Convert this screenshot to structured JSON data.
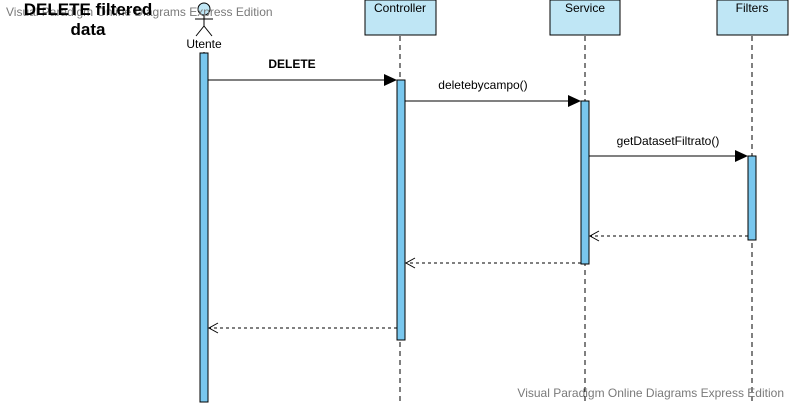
{
  "diagram": {
    "title_line1": "DELETE filtered",
    "title_line2": "data",
    "watermark_top": "Visual Paradigm Online Diagrams Express Edition",
    "watermark_bottom": "Visual Paradigm Online Diagrams Express Edition",
    "actor": {
      "label": "Utente"
    },
    "participants": [
      {
        "label": "Controller"
      },
      {
        "label": "Service"
      },
      {
        "label": "Filters"
      }
    ],
    "messages": [
      {
        "label": "DELETE",
        "kind": "call"
      },
      {
        "label": "deletebycampo()",
        "kind": "call"
      },
      {
        "label": "getDatasetFiltrato()",
        "kind": "call"
      },
      {
        "label": "",
        "kind": "return"
      },
      {
        "label": "",
        "kind": "return"
      },
      {
        "label": "",
        "kind": "return"
      }
    ],
    "colors": {
      "box_fill": "#bfe6f5",
      "activation_fill": "#79c7ee",
      "line": "#000000",
      "watermark": "#7a7a7a"
    }
  }
}
